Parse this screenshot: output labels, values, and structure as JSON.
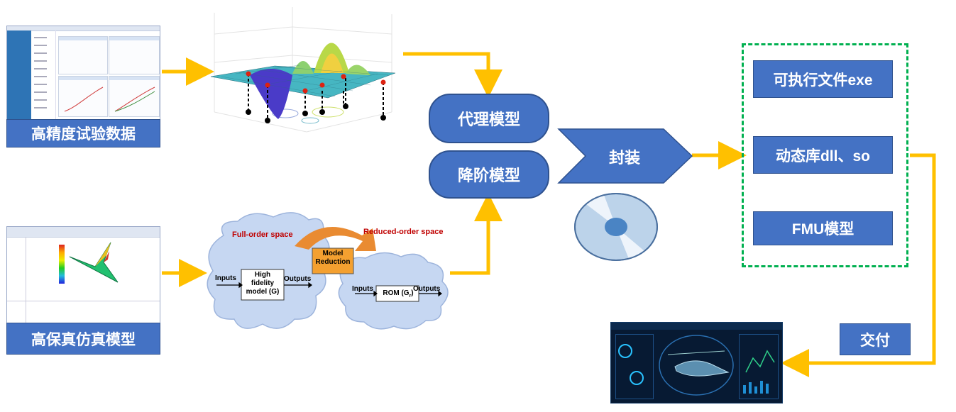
{
  "labels": {
    "test_data": "高精度试验数据",
    "sim_model": "高保真仿真模型",
    "surrogate": "代理模型",
    "reduced": "降阶模型",
    "package": "封装",
    "exe": "可执行文件exe",
    "dll": "动态库dll、so",
    "fmu": "FMU模型",
    "deliver": "交付"
  },
  "rom_diagram": {
    "full_order": "Full-order space",
    "reduced_order": "Reduced-order space",
    "model_reduction_1": "Model",
    "model_reduction_2": "Reduction",
    "inputs": "Inputs",
    "outputs": "Outputs",
    "hf_1": "High",
    "hf_2": "fidelity",
    "hf_3": "model (G)",
    "rom": "ROM (G",
    "rom_sub": "r",
    "rom_close": ")"
  },
  "colors": {
    "box_blue": "#4472c4",
    "arrow_yellow": "#ffc000",
    "dashed_green": "#00b050",
    "title_red": "#c00000"
  },
  "icons": {
    "disc": "cd-disc-icon"
  }
}
